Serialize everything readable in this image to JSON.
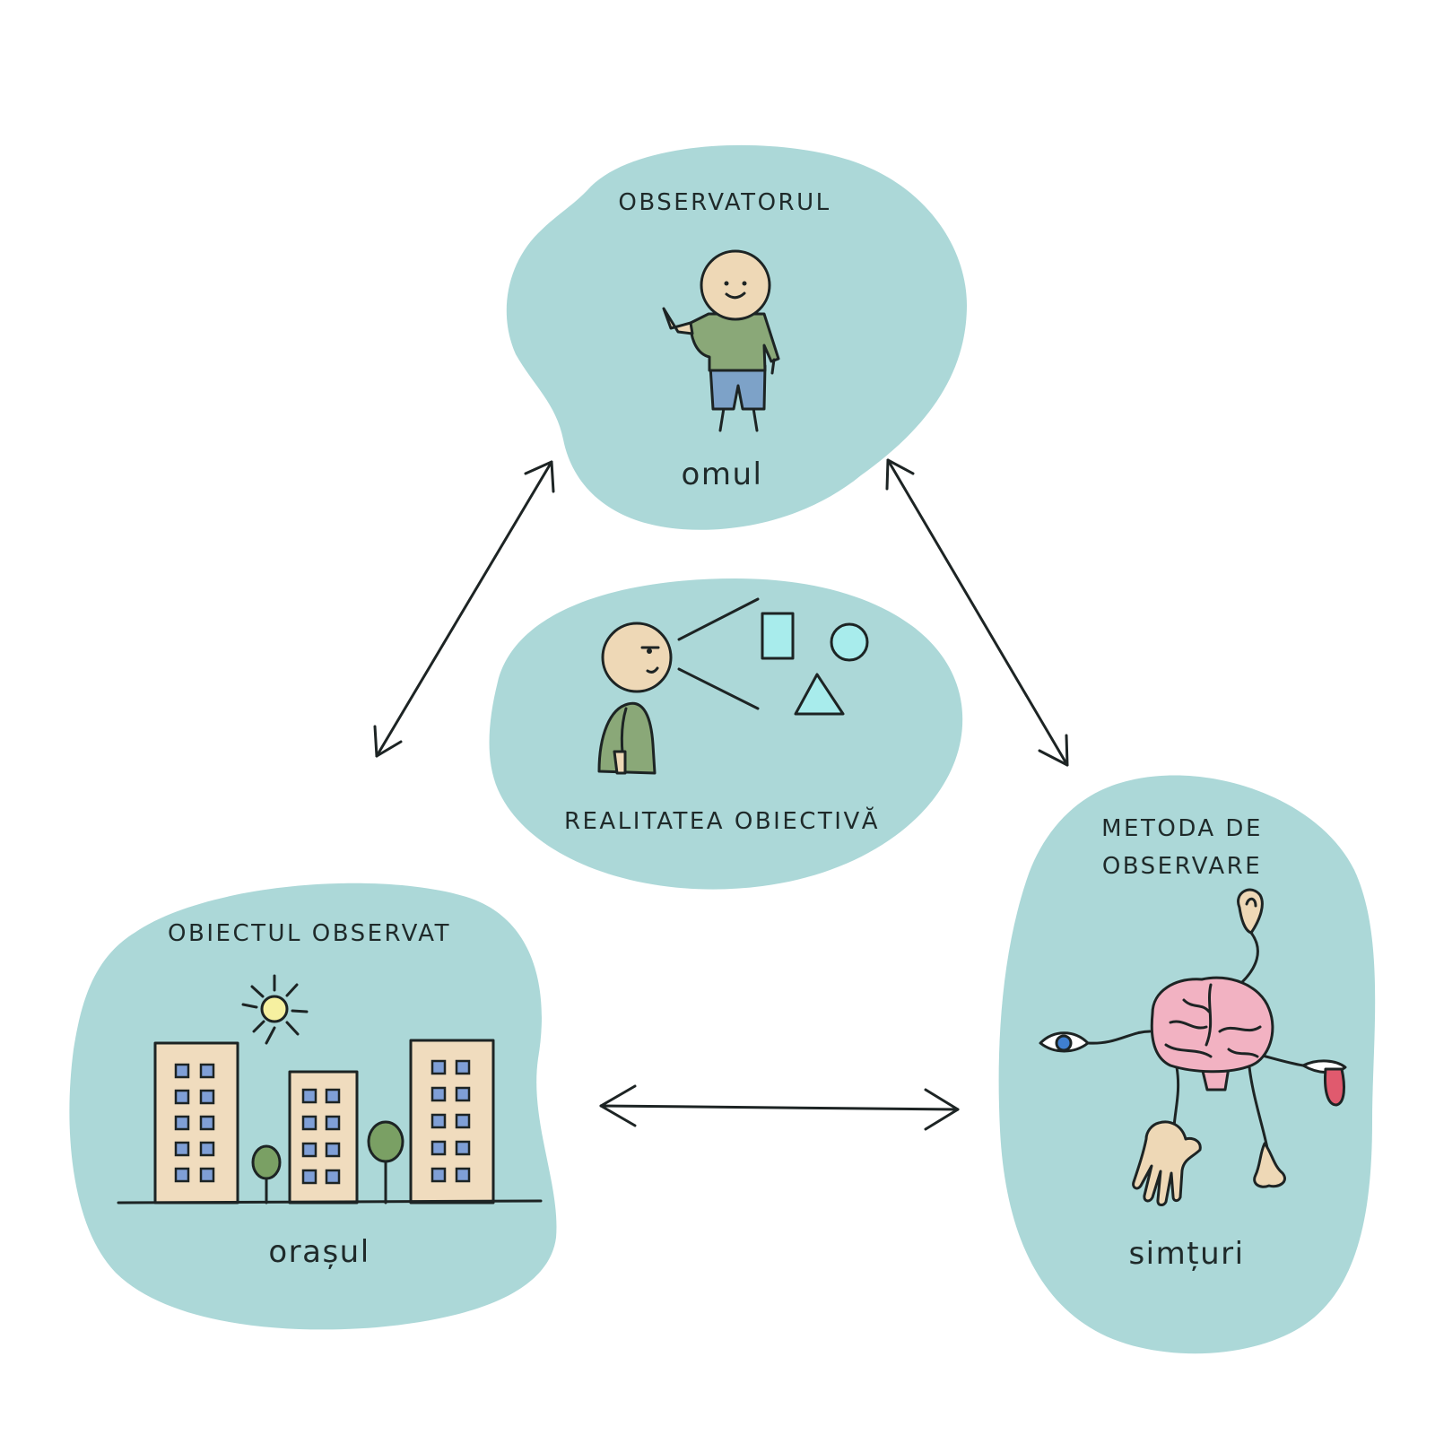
{
  "colors": {
    "blob": "#acd8d8",
    "ink": "#1d2424",
    "skin": "#eed8b6",
    "shirt": "#8aa878",
    "shorts": "#7da2c8",
    "shape_fill": "#a8ecec",
    "building": "#f0dcbe",
    "window": "#7f9fd6",
    "tree": "#7aa064",
    "sun": "#f6f0a0",
    "brain": "#f2b2c2",
    "tongue": "#e05a6e",
    "iris": "#3f7fd0"
  },
  "nodes": {
    "top": {
      "title": "OBSERVATORUL",
      "caption": "omul",
      "icon": "person-waving-icon"
    },
    "center": {
      "caption": "REALITATEA OBIECTIVĂ",
      "icon": "person-looking-at-shapes-icon"
    },
    "left": {
      "title": "OBIECTUL OBSERVAT",
      "caption": "orașul",
      "icon": "city-buildings-icon"
    },
    "right": {
      "title_line1": "METODA DE",
      "title_line2": "OBSERVARE",
      "caption": "simțuri",
      "icon": "brain-senses-icon"
    }
  },
  "arrows": [
    {
      "from": "top",
      "to": "left",
      "type": "bidirectional"
    },
    {
      "from": "top",
      "to": "right",
      "type": "bidirectional"
    },
    {
      "from": "left",
      "to": "right",
      "type": "bidirectional"
    }
  ]
}
